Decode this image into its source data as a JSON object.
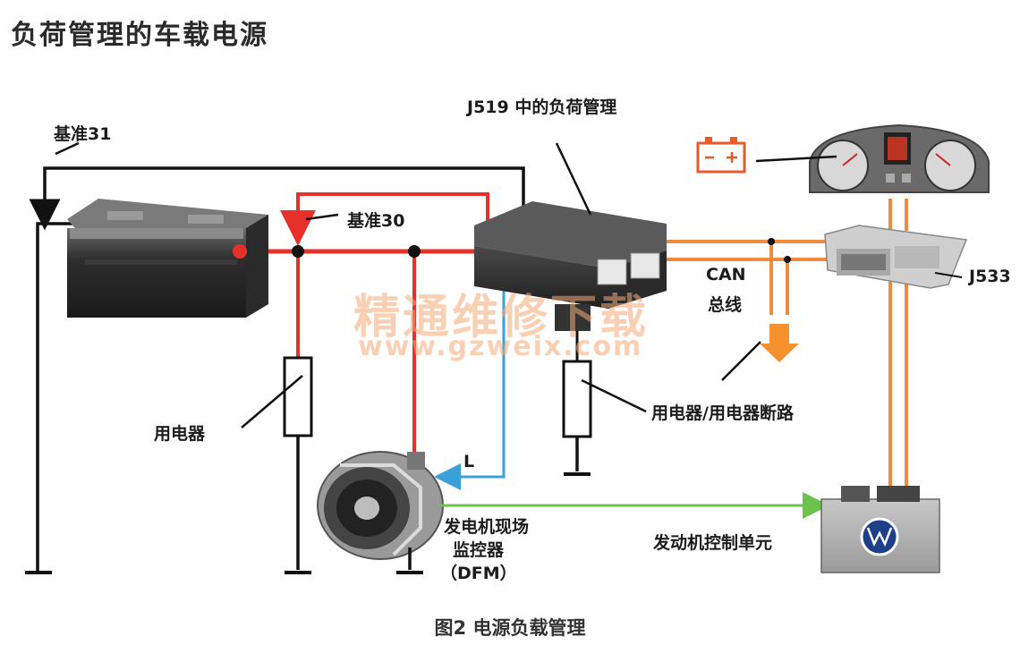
{
  "title": "负荷管理的车载电源",
  "caption": "图2  电源负载管理",
  "labels": {
    "ground31": "基准31",
    "ground30": "基准30",
    "j519": "J519 中的负荷管理",
    "can": "CAN",
    "can_bus": "总线",
    "j533": "J533",
    "consumer": "用电器",
    "consumer_cutoff": "用电器/用电器断路",
    "l_line": "L",
    "dfm_1": "发电机现场",
    "dfm_2": "监控器",
    "dfm_3": "（DFM）",
    "ecu": "发动机控制单元",
    "battery_minus": "–",
    "battery_plus": "+"
  },
  "watermark": {
    "cn": "精通维修下载",
    "url": "www.gzweix.com"
  },
  "colors": {
    "power_line": "#e8302a",
    "ground_line": "#111111",
    "can_line": "#f08a3c",
    "l_line": "#3aa0d8",
    "dfm_line": "#6cc24a",
    "arrow": "#f5922f"
  }
}
